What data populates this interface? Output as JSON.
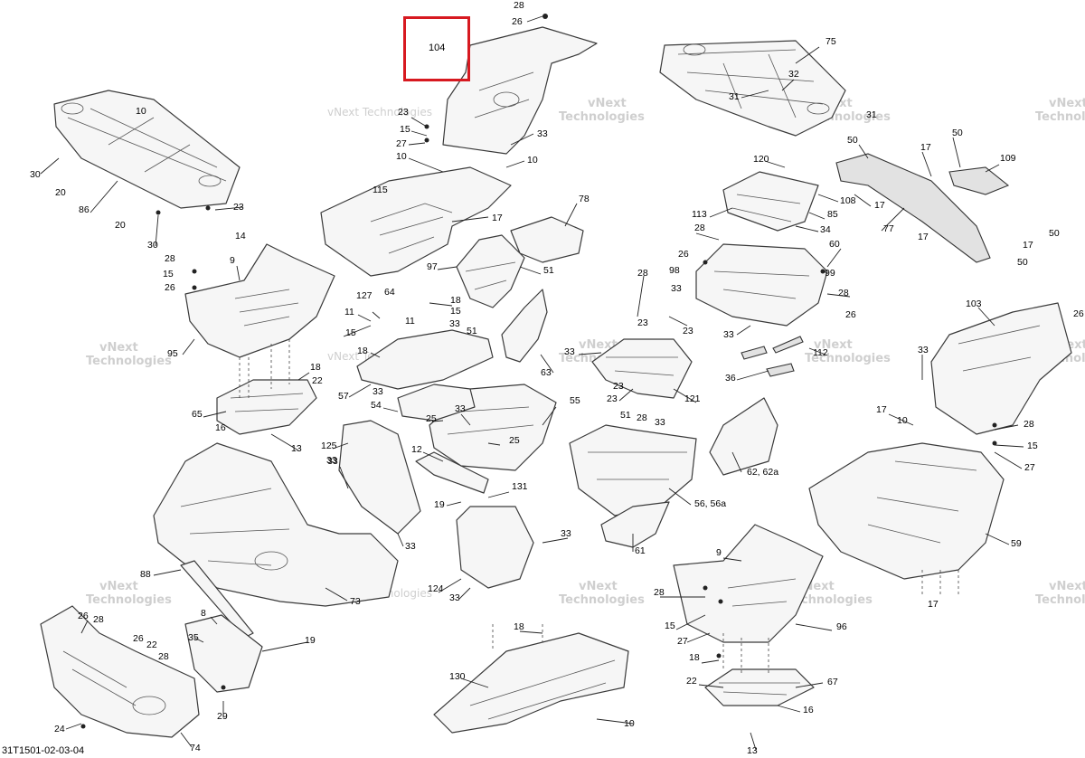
{
  "drawing": {
    "code": "31T1501-02-03-04",
    "highlighted_part": "104",
    "highlight_color": "#d71920"
  },
  "watermark": {
    "line1": "vNext",
    "line2": "Technologies",
    "line3": "vNext Technologies"
  },
  "callouts": [
    {
      "label": "28"
    },
    {
      "label": "26"
    },
    {
      "label": "75"
    },
    {
      "label": "32"
    },
    {
      "label": "31"
    },
    {
      "label": "31"
    },
    {
      "label": "10"
    },
    {
      "label": "30"
    },
    {
      "label": "20"
    },
    {
      "label": "86"
    },
    {
      "label": "20"
    },
    {
      "label": "30"
    },
    {
      "label": "23"
    },
    {
      "label": "14"
    },
    {
      "label": "23"
    },
    {
      "label": "15"
    },
    {
      "label": "27"
    },
    {
      "label": "10"
    },
    {
      "label": "33"
    },
    {
      "label": "10"
    },
    {
      "label": "17"
    },
    {
      "label": "115"
    },
    {
      "label": "78"
    },
    {
      "label": "50"
    },
    {
      "label": "50"
    },
    {
      "label": "17"
    },
    {
      "label": "109"
    },
    {
      "label": "120"
    },
    {
      "label": "108"
    },
    {
      "label": "17"
    },
    {
      "label": "113"
    },
    {
      "label": "85"
    },
    {
      "label": "34"
    },
    {
      "label": "77"
    },
    {
      "label": "50"
    },
    {
      "label": "17"
    },
    {
      "label": "50"
    },
    {
      "label": "17"
    },
    {
      "label": "28"
    },
    {
      "label": "15"
    },
    {
      "label": "26"
    },
    {
      "label": "9"
    },
    {
      "label": "97"
    },
    {
      "label": "51"
    },
    {
      "label": "95"
    },
    {
      "label": "64"
    },
    {
      "label": "127"
    },
    {
      "label": "18"
    },
    {
      "label": "15"
    },
    {
      "label": "11"
    },
    {
      "label": "11"
    },
    {
      "label": "15"
    },
    {
      "label": "33"
    },
    {
      "label": "51"
    },
    {
      "label": "18"
    },
    {
      "label": "57"
    },
    {
      "label": "33"
    },
    {
      "label": "63"
    },
    {
      "label": "28"
    },
    {
      "label": "28"
    },
    {
      "label": "23"
    },
    {
      "label": "23"
    },
    {
      "label": "98"
    },
    {
      "label": "26"
    },
    {
      "label": "60"
    },
    {
      "label": "28"
    },
    {
      "label": "33"
    },
    {
      "label": "99"
    },
    {
      "label": "33"
    },
    {
      "label": "26"
    },
    {
      "label": "103"
    },
    {
      "label": "26"
    },
    {
      "label": "33"
    },
    {
      "label": "112"
    },
    {
      "label": "36"
    },
    {
      "label": "33"
    },
    {
      "label": "121"
    },
    {
      "label": "23"
    },
    {
      "label": "23"
    },
    {
      "label": "18"
    },
    {
      "label": "22"
    },
    {
      "label": "65"
    },
    {
      "label": "16"
    },
    {
      "label": "13"
    },
    {
      "label": "54"
    },
    {
      "label": "33"
    },
    {
      "label": "55"
    },
    {
      "label": "25"
    },
    {
      "label": "25"
    },
    {
      "label": "51"
    },
    {
      "label": "28"
    },
    {
      "label": "33"
    },
    {
      "label": "17"
    },
    {
      "label": "10"
    },
    {
      "label": "28"
    },
    {
      "label": "15"
    },
    {
      "label": "27"
    },
    {
      "label": "125"
    },
    {
      "label": "12"
    },
    {
      "label": "19"
    },
    {
      "label": "131"
    },
    {
      "label": "33"
    },
    {
      "label": "62, 62a"
    },
    {
      "label": "56, 56a"
    },
    {
      "label": "59"
    },
    {
      "label": "33"
    },
    {
      "label": "61"
    },
    {
      "label": "33"
    },
    {
      "label": "124"
    },
    {
      "label": "33"
    },
    {
      "label": "73"
    },
    {
      "label": "9"
    },
    {
      "label": "88"
    },
    {
      "label": "26"
    },
    {
      "label": "28"
    },
    {
      "label": "8"
    },
    {
      "label": "35"
    },
    {
      "label": "26"
    },
    {
      "label": "22"
    },
    {
      "label": "28"
    },
    {
      "label": "19"
    },
    {
      "label": "18"
    },
    {
      "label": "130"
    },
    {
      "label": "28"
    },
    {
      "label": "15"
    },
    {
      "label": "27"
    },
    {
      "label": "96"
    },
    {
      "label": "18"
    },
    {
      "label": "22"
    },
    {
      "label": "67"
    },
    {
      "label": "29"
    },
    {
      "label": "16"
    },
    {
      "label": "24"
    },
    {
      "label": "74"
    },
    {
      "label": "10"
    },
    {
      "label": "13"
    },
    {
      "label": "17"
    },
    {
      "label": "33"
    },
    {
      "label": "104"
    }
  ]
}
